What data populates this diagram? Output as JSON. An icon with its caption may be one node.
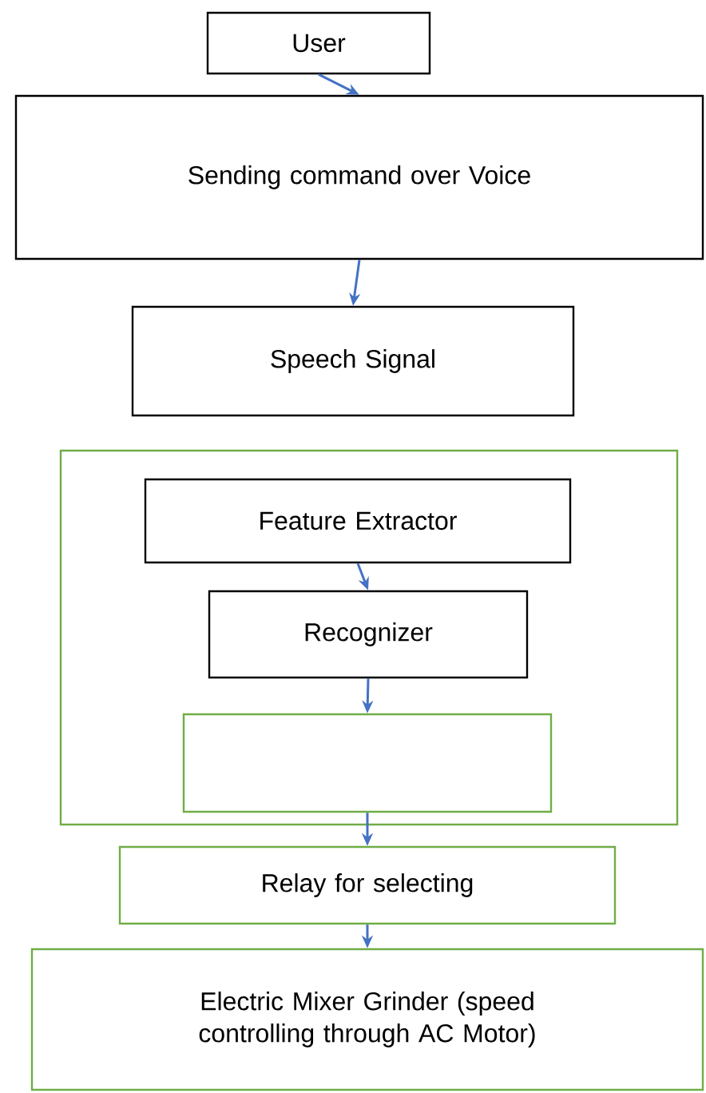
{
  "diagram": {
    "nodes": [
      {
        "text": [
          "User"
        ]
      },
      {
        "text": [
          "Sending command over Voice"
        ]
      },
      {
        "text": [
          "Speech Signal"
        ]
      },
      {
        "text": [],
        "shape": "box"
      },
      {
        "text": [
          "Feature Extractor"
        ],
        "in": 3
      },
      {
        "text": [
          "Recognizer"
        ],
        "in": 3
      },
      {
        "text": [],
        "shape": "box",
        "in": 3
      },
      {
        "text": [
          "Relay for selecting"
        ]
      },
      {
        "text": [
          "Electric Mixer Grinder (speed controlling through AC Motor)"
        ]
      }
    ],
    "edges": [
      {
        "from": 0,
        "to": 1,
        "arrow": "to"
      },
      {
        "from": 1,
        "to": 2,
        "arrow": "to"
      },
      {
        "from": 4,
        "to": 5,
        "arrow": "to"
      },
      {
        "from": 5,
        "to": 6,
        "arrow": "to"
      },
      {
        "from": 6,
        "to": 7,
        "arrow": "to"
      },
      {
        "from": 7,
        "to": 8,
        "arrow": "to"
      }
    ]
  }
}
